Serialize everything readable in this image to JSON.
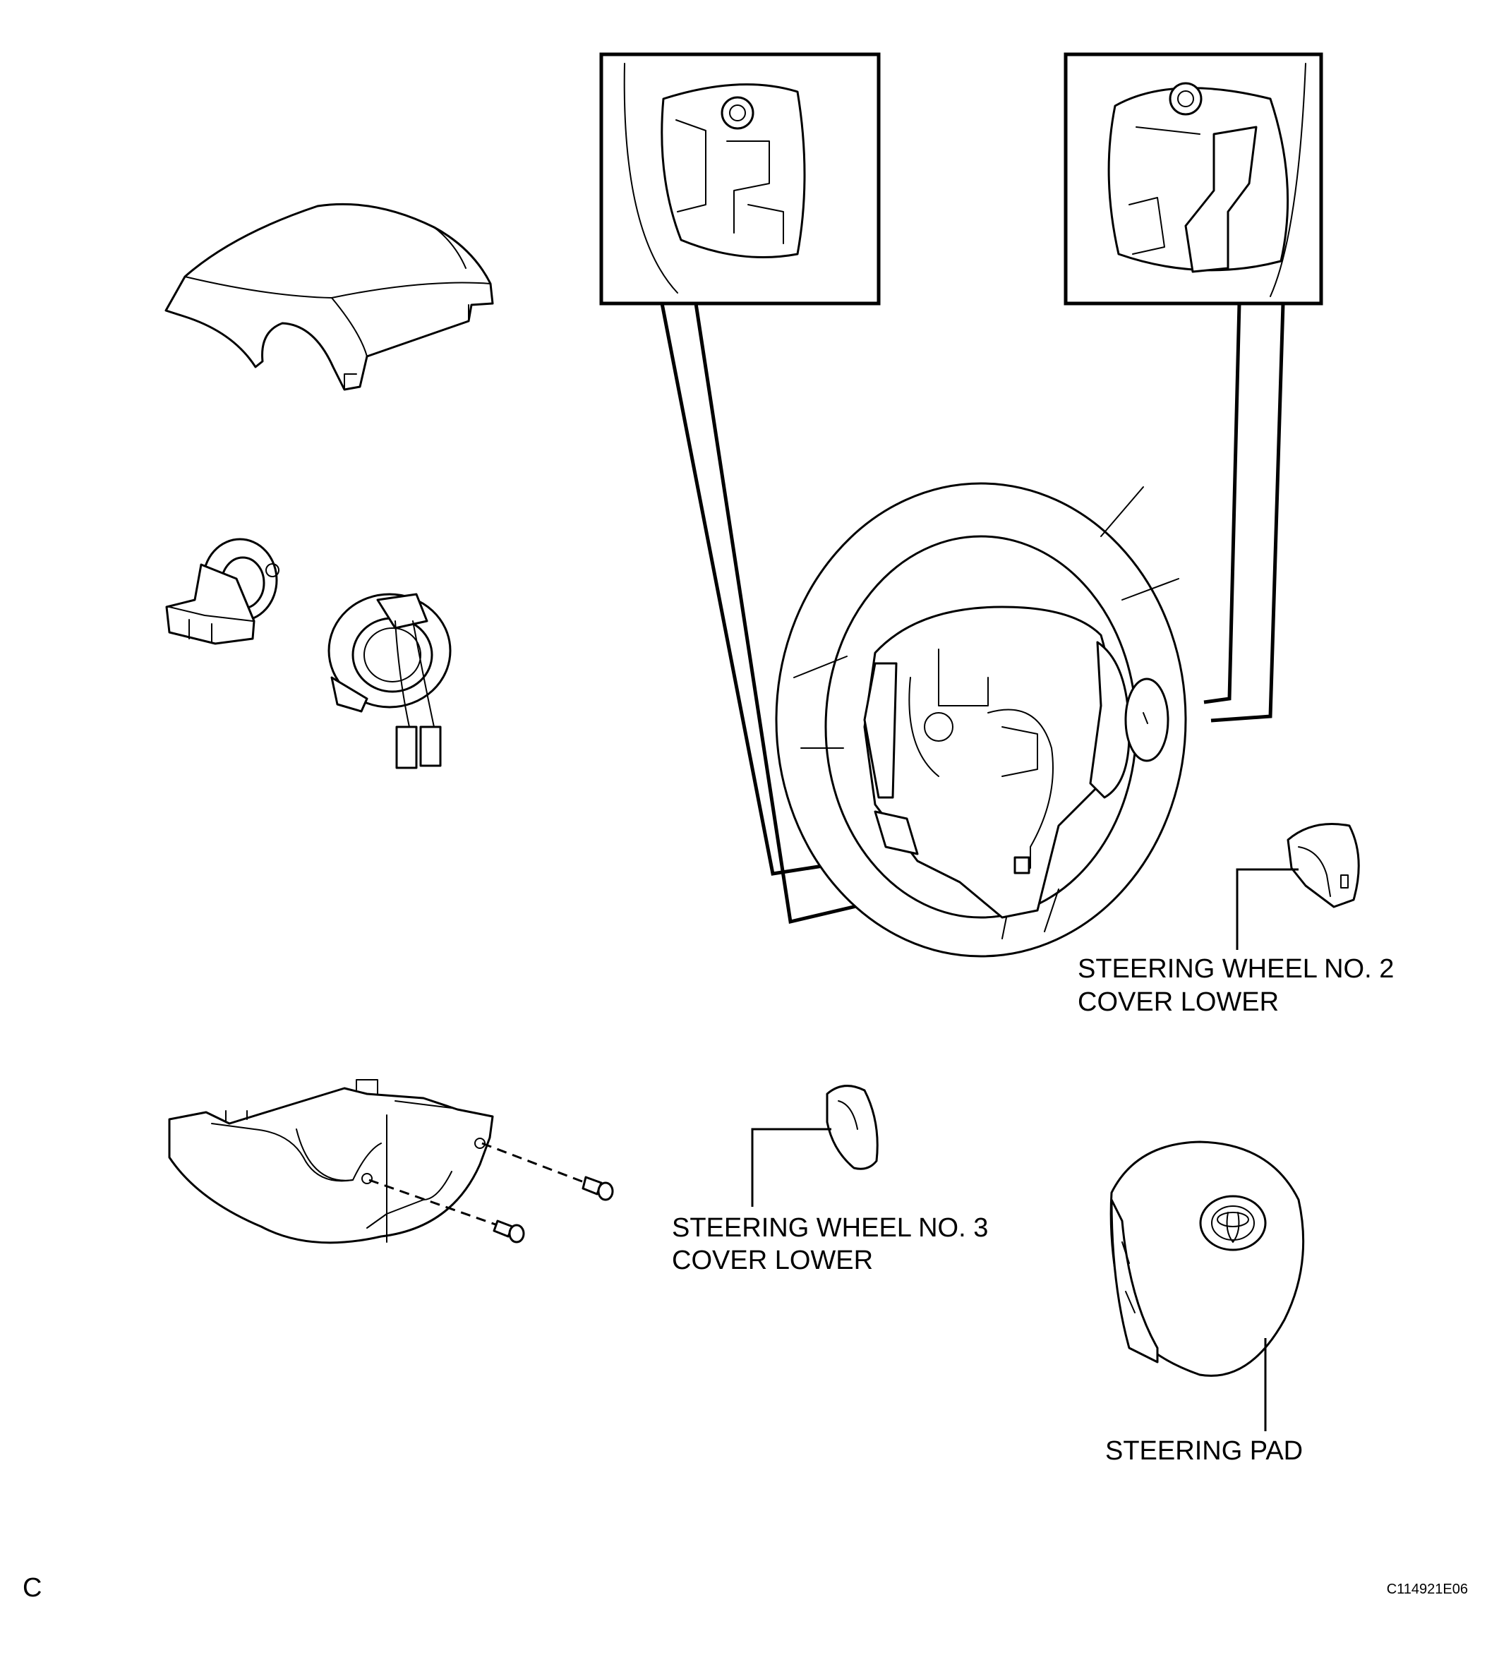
{
  "labels": {
    "cover_no2_line1": "STEERING WHEEL NO. 2",
    "cover_no2_line2": "COVER LOWER",
    "cover_no3_line1": "STEERING WHEEL NO. 3",
    "cover_no3_line2": "COVER LOWER",
    "steering_pad": "STEERING PAD"
  },
  "footer": {
    "left_mark": "C",
    "figure_code": "C114921E06"
  }
}
